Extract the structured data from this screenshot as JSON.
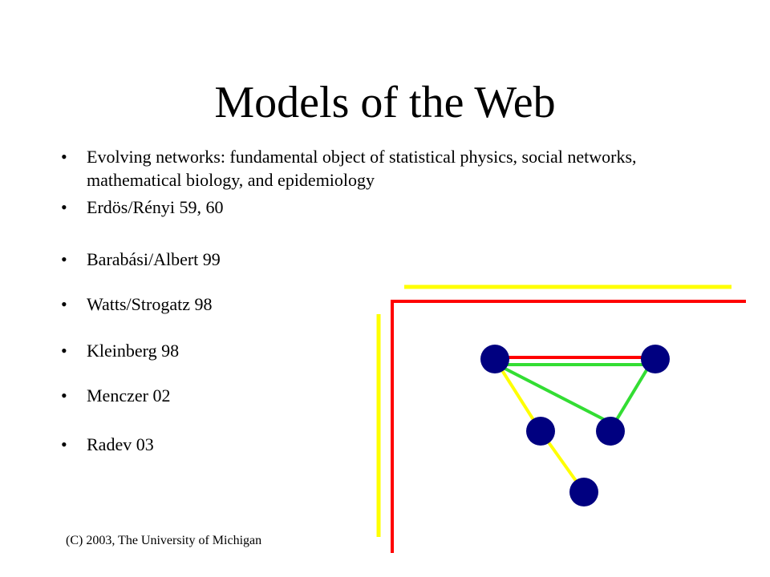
{
  "slide": {
    "title": "Models of the Web",
    "bullets": [
      {
        "marker": "•",
        "text": "Evolving networks: fundamental object of statistical physics, social networks, mathematical biology, and epidemiology"
      },
      {
        "marker": "•",
        "text": "Erdös/Rényi 59, 60"
      },
      {
        "marker": "•",
        "text": "Barabási/Albert 99"
      },
      {
        "marker": "•",
        "text": "Watts/Strogatz 98"
      },
      {
        "marker": "•",
        "text": "Kleinberg 98"
      },
      {
        "marker": "•",
        "text": "Menczer 02"
      },
      {
        "marker": "•",
        "text": "Radev 03"
      }
    ],
    "footer": "(C) 2003, The University of Michigan"
  },
  "colors": {
    "yellow": "#ffff00",
    "red": "#ff0000",
    "green": "#33dd33",
    "node": "#000080"
  }
}
